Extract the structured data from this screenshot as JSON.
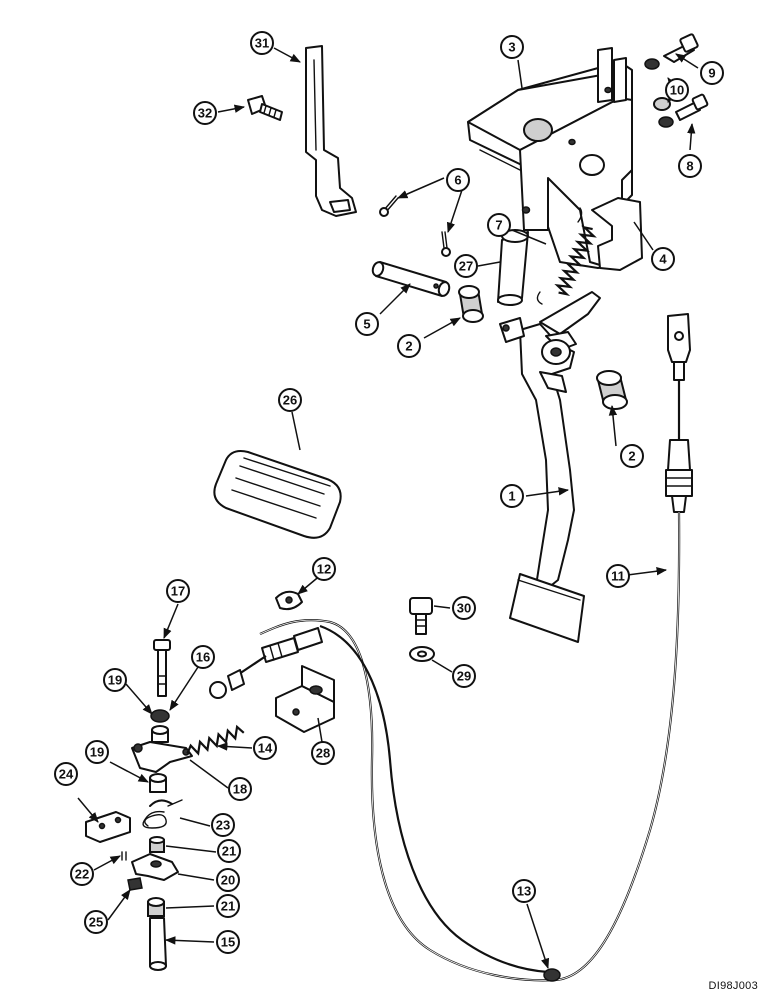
{
  "figure": {
    "reference_code": "DI98J003"
  },
  "callouts": [
    "1",
    "2",
    "2",
    "3",
    "4",
    "5",
    "6",
    "7",
    "8",
    "9",
    "10",
    "11",
    "12",
    "13",
    "14",
    "15",
    "16",
    "17",
    "18",
    "19",
    "19",
    "20",
    "21",
    "21",
    "22",
    "23",
    "24",
    "25",
    "26",
    "27",
    "28",
    "29",
    "30",
    "31",
    "32"
  ]
}
